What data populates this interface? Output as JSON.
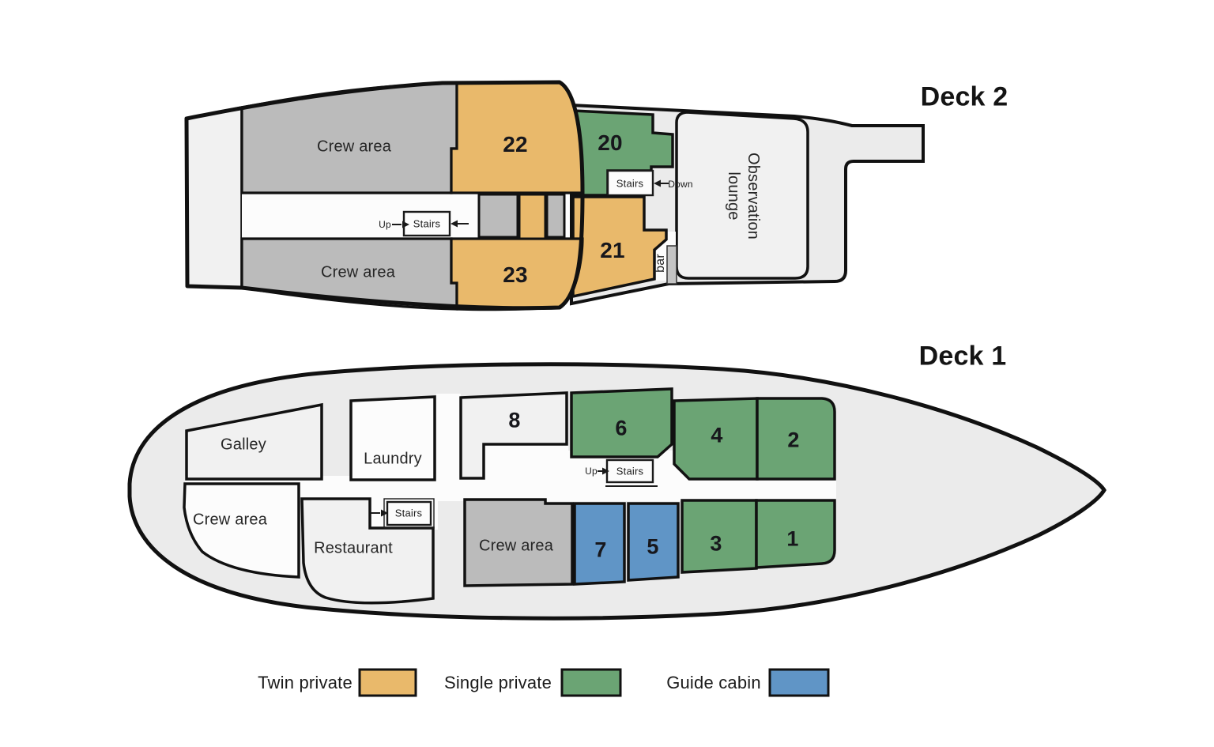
{
  "titles": {
    "deck2": "Deck 2",
    "deck1": "Deck 1"
  },
  "colors": {
    "twin_private": "#E9B96B",
    "single_private": "#6BA474",
    "guide_cabin": "#6095C6",
    "crew": "#BBBBBB",
    "hull": "#EBEBEB",
    "room_light": "#F1F1F1",
    "room_white": "#FCFCFC",
    "counter": "#C4C4C4"
  },
  "deck2": {
    "crew_area_top": "Crew area",
    "crew_area_bottom": "Crew area",
    "cabin_22": "22",
    "cabin_23": "23",
    "cabin_20": "20",
    "cabin_21": "21",
    "stairs_mid": {
      "up": "Up",
      "stairs": "Stairs"
    },
    "stairs_fwd": {
      "stairs": "Stairs",
      "down": "Down"
    },
    "bar": "bar",
    "lounge_line1": "Observation",
    "lounge_line2": "lounge"
  },
  "deck1": {
    "galley": "Galley",
    "laundry": "Laundry",
    "crew_area_left": "Crew area",
    "restaurant": "Restaurant",
    "crew_area_mid": "Crew area",
    "cabin_8": "8",
    "cabin_6": "6",
    "cabin_4": "4",
    "cabin_2": "2",
    "cabin_7": "7",
    "cabin_5": "5",
    "cabin_3": "3",
    "cabin_1": "1",
    "stairs_left": {
      "stairs": "Stairs"
    },
    "stairs_right": {
      "up": "Up",
      "stairs": "Stairs"
    }
  },
  "legend": {
    "items": [
      {
        "label": "Twin private",
        "color": "#E9B96B"
      },
      {
        "label": "Single private",
        "color": "#6BA474"
      },
      {
        "label": "Guide cabin",
        "color": "#6095C6"
      }
    ]
  }
}
